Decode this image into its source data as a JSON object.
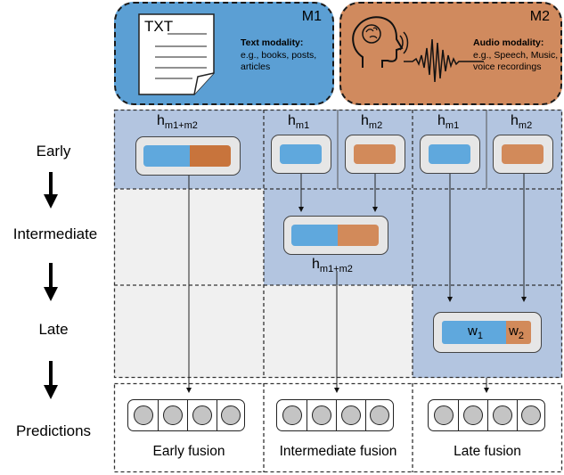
{
  "stages": [
    "Early",
    "Intermediate",
    "Late",
    "Predictions"
  ],
  "modalities": {
    "m1": {
      "tag": "M1",
      "icon_text": "TXT",
      "title": "Text modality:",
      "desc_line1": "e.g., books, posts,",
      "desc_line2": "articles"
    },
    "m2": {
      "tag": "M2",
      "title": "Audio modality:",
      "desc_line1": "e.g., Speech, Music,",
      "desc_line2": "voice recordings"
    }
  },
  "labels": {
    "h": "h",
    "m1": "m1",
    "m2": "m2",
    "m1m2": "m1+m2",
    "w": "w",
    "w1_sub": "1",
    "w2_sub": "2"
  },
  "predictions": [
    "Early fusion",
    "Intermediate fusion",
    "Late fusion"
  ],
  "colors": {
    "text_modality": "#5fa8dd",
    "audio_modality": "#d28a5a",
    "stage_bg": "#b3c5e0"
  }
}
